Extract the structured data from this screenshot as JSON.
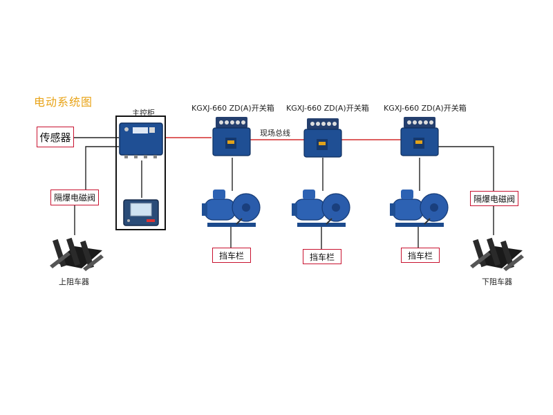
{
  "diagram": {
    "title": "电动系统图",
    "main_cabinet_label": "主控柜",
    "sensor_label": "传感器",
    "field_bus_label": "现场总线",
    "switch_boxes": [
      {
        "label": "KGXJ-660 ZD(A)开关箱"
      },
      {
        "label": "KGXJ-660 ZD(A)开关箱"
      },
      {
        "label": "KGXJ-660 ZD(A)开关箱"
      }
    ],
    "barriers": [
      {
        "label": "挡车栏"
      },
      {
        "label": "挡车栏"
      },
      {
        "label": "挡车栏"
      }
    ],
    "valve_left_label": "隔爆电磁阀",
    "valve_right_label": "隔爆电磁阀",
    "upper_stopper_label": "上阻车器",
    "lower_stopper_label": "下阻车器",
    "colors": {
      "title": "#e8a317",
      "bus_line": "#d42a2a",
      "wire": "#222222",
      "label_border": "#c8102e",
      "equipment_blue": "#1f4f94"
    }
  }
}
